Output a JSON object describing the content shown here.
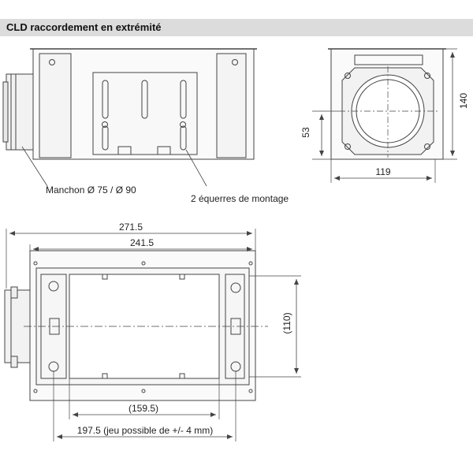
{
  "header": {
    "title": "CLD raccordement en extrémité"
  },
  "labels": {
    "manchon": "Manchon Ø 75 / Ø 90",
    "equerres": "2 équerres de montage"
  },
  "dimensions": {
    "height_140": "140",
    "height_53": "53",
    "width_119": "119",
    "overall_271_5": "271.5",
    "inner_241_5": "241.5",
    "span_110": "(110)",
    "span_159_5": "(159.5)",
    "span_197_5": "197.5 (jeu possible de +/- 4 mm)"
  },
  "colors": {
    "line": "#444444",
    "header_bg": "#dcdcdc",
    "fill_grey": "#eeeeee"
  }
}
